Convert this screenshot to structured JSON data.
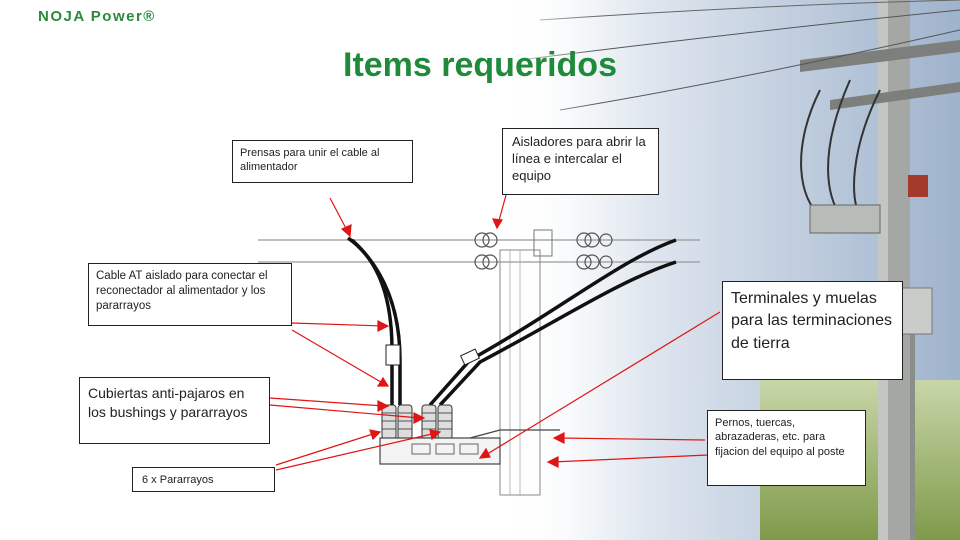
{
  "brand": {
    "logo_text": "NOJA Power®"
  },
  "slide": {
    "title": "Items requeridos"
  },
  "callouts": {
    "prensas": "Prensas para unir el cable al alimentador",
    "aisladores": "Aisladores para abrir la línea e intercalar el equipo",
    "cable": "Cable AT aislado para conectar el reconectador al alimentador y los pararrayos",
    "terminales": "Terminales y muelas para las terminaciones de tierra",
    "cubiertas": "Cubiertas anti-pajaros en los bushings y pararrayos",
    "pernos": "Pernos, tuercas, abrazaderas, etc. para fijacion del equipo al poste",
    "pararrayos": "6 x Pararrayos"
  },
  "colors": {
    "title": "#1f8a3a",
    "logo": "#2b8a3e",
    "arrow": "#e01515"
  }
}
